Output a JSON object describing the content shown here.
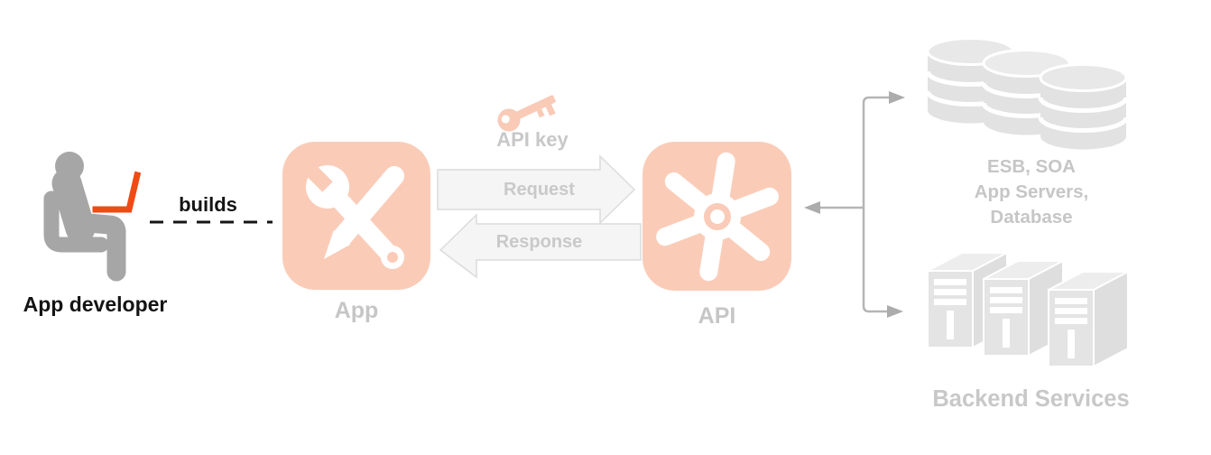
{
  "developer": {
    "label": "App developer"
  },
  "connector": {
    "builds_label": "builds"
  },
  "app_node": {
    "label": "App"
  },
  "exchange": {
    "api_key_label": "API key",
    "request_label": "Request",
    "response_label": "Response"
  },
  "api_node": {
    "label": "API"
  },
  "esb_node": {
    "line1": "ESB, SOA",
    "line2": "App Servers,",
    "line3": "Database"
  },
  "backend_node": {
    "label": "Backend Services"
  },
  "icons": {
    "developer": "person-with-laptop-icon",
    "app": "wrench-pencil-icon",
    "api_key": "key-icon",
    "api": "spark-gear-icon",
    "esb": "database-stack-icon",
    "backend": "server-rack-icon"
  },
  "colors": {
    "node_bg": "#FACCB8",
    "accent_orange": "#F04A15",
    "label_gray": "#C6C6C6",
    "label_black": "#141414",
    "silhouette_gray": "#A6A6A6",
    "arrow_fill": "#F5F5F5",
    "arrow_border": "#DCDCDC",
    "connector_gray": "#B5B5B5",
    "backend_icon_gray": "#E3E3E3"
  }
}
